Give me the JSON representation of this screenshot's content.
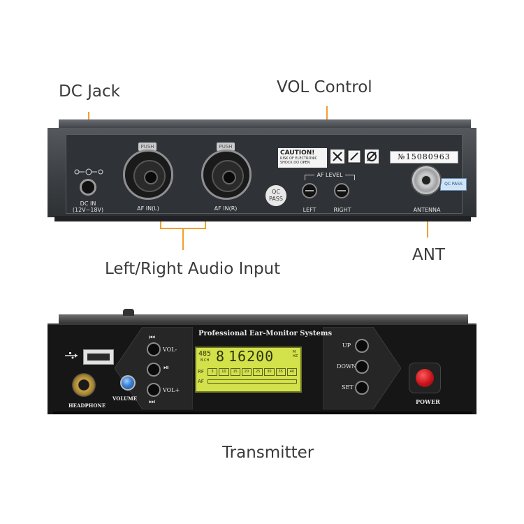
{
  "callouts": {
    "dc_jack": "DC Jack",
    "vol_control": "VOL Control",
    "audio_input": "Left/Right Audio Input",
    "antenna": "ANT",
    "transmitter": "Transmitter"
  },
  "back_panel": {
    "dc_in": "DC IN",
    "dc_voltage": "(12V~18V)",
    "af_in_left": "AF IN(L)",
    "af_in_right": "AF IN(R)",
    "push": "PUSH",
    "qc": "QC",
    "pass": "PASS",
    "caution": "CAUTION!",
    "caution_line1": "RISK OF ELECTRONIC",
    "caution_line2": "SHOCK DO OPEN",
    "af_level": "AF LEVEL",
    "left": "LEFT",
    "right": "RIGHT",
    "serial": "№15080963",
    "qc_pass_sticker": "QC PASS",
    "antenna": "ANTENNA"
  },
  "front_panel": {
    "title": "Professional Ear-Monitor Systems",
    "vol_minus": "VOL-",
    "vol_plus": "VOL+",
    "headphone": "HEADPHONE",
    "volume": "VOLUME",
    "up": "UP",
    "down": "DOWN",
    "set": "SET",
    "power": "POWER",
    "lcd_channel": "485",
    "lcd_ch_label": "B.CH",
    "lcd_digit": "8",
    "lcd_frequency": "16200",
    "lcd_unit": "MHZ",
    "lcd_rf": "RF",
    "lcd_af": "AF",
    "lcd_scale": [
      "5",
      "10",
      "15",
      "20",
      "25",
      "30",
      "35",
      "40"
    ]
  },
  "colors": {
    "accent_line": "#f0a02c",
    "lcd": "#d3e14a",
    "power_button": "#c8141c"
  }
}
